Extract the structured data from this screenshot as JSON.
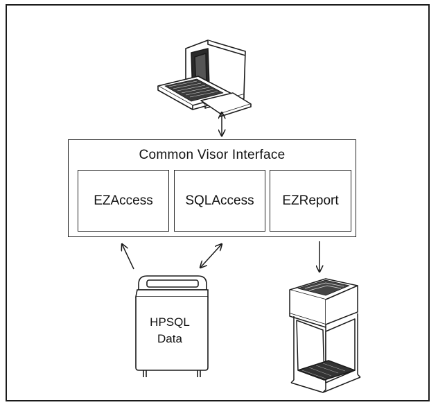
{
  "interface": {
    "title": "Common Visor Interface",
    "modules": [
      "EZAccess",
      "SQLAccess",
      "EZReport"
    ]
  },
  "database": {
    "line1": "HPSQL",
    "line2": "Data"
  },
  "icons": {
    "terminal": "computer-terminal-icon",
    "printer": "printer-icon",
    "database": "database-drive-icon"
  },
  "colors": {
    "line": "#1a1a1a",
    "background": "#ffffff"
  }
}
